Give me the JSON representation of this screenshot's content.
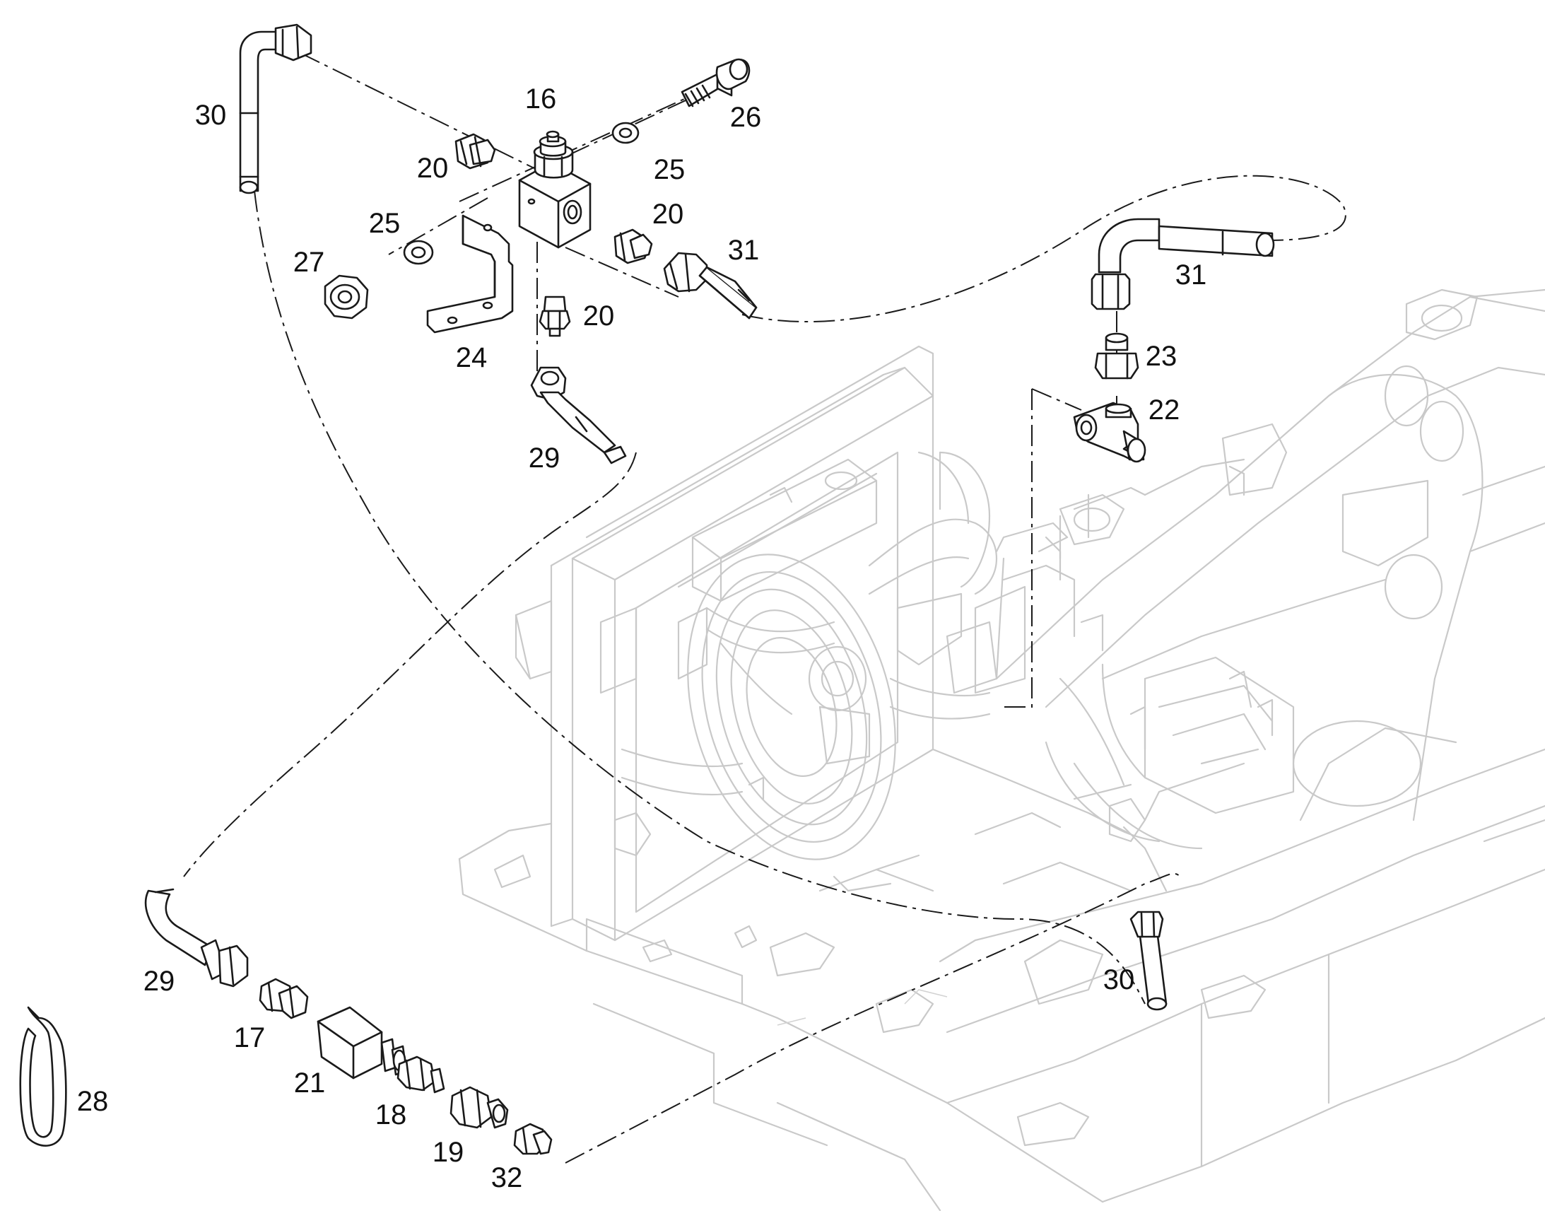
{
  "callouts": [
    {
      "id": "c16",
      "label": "16"
    },
    {
      "id": "c17",
      "label": "17"
    },
    {
      "id": "c18",
      "label": "18"
    },
    {
      "id": "c19",
      "label": "19"
    },
    {
      "id": "c20a",
      "label": "20"
    },
    {
      "id": "c20b",
      "label": "20"
    },
    {
      "id": "c20c",
      "label": "20"
    },
    {
      "id": "c21",
      "label": "21"
    },
    {
      "id": "c22",
      "label": "22"
    },
    {
      "id": "c23",
      "label": "23"
    },
    {
      "id": "c24",
      "label": "24"
    },
    {
      "id": "c25a",
      "label": "25"
    },
    {
      "id": "c25b",
      "label": "25"
    },
    {
      "id": "c26",
      "label": "26"
    },
    {
      "id": "c27",
      "label": "27"
    },
    {
      "id": "c28",
      "label": "28"
    },
    {
      "id": "c29a",
      "label": "29"
    },
    {
      "id": "c29b",
      "label": "29"
    },
    {
      "id": "c30a",
      "label": "30"
    },
    {
      "id": "c30b",
      "label": "30"
    },
    {
      "id": "c31a",
      "label": "31"
    },
    {
      "id": "c31b",
      "label": "31"
    },
    {
      "id": "c32",
      "label": "32"
    }
  ]
}
